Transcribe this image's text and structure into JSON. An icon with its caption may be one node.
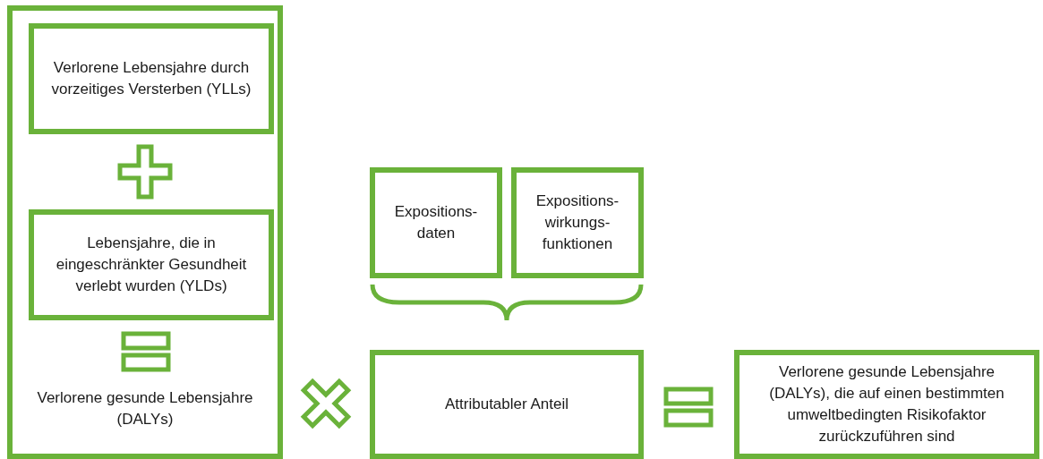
{
  "diagram": {
    "nodes": [
      {
        "text": [
          "Verlorene gesunde Lebensjahre (DALYs)"
        ]
      },
      {
        "text": [
          "Verlorene Lebensjahre durch vorzeitiges Versterben (YLLs)"
        ],
        "in": 0
      },
      {
        "text": [
          "Lebensjahre, die in eingeschränkter Gesundheit verlebt wurden (YLDs)"
        ],
        "in": 0
      },
      {
        "text": [
          "Expositions-daten"
        ]
      },
      {
        "text": [
          "Expositions-wirkungs-funktionen"
        ]
      },
      {
        "text": [
          "Attributabler Anteil"
        ]
      },
      {
        "text": [
          "Verlorene gesunde Lebensjahre (DALYs), die auf einen bestimmten umweltbedingten Risikofaktor zurückzuführen sind"
        ]
      }
    ]
  }
}
